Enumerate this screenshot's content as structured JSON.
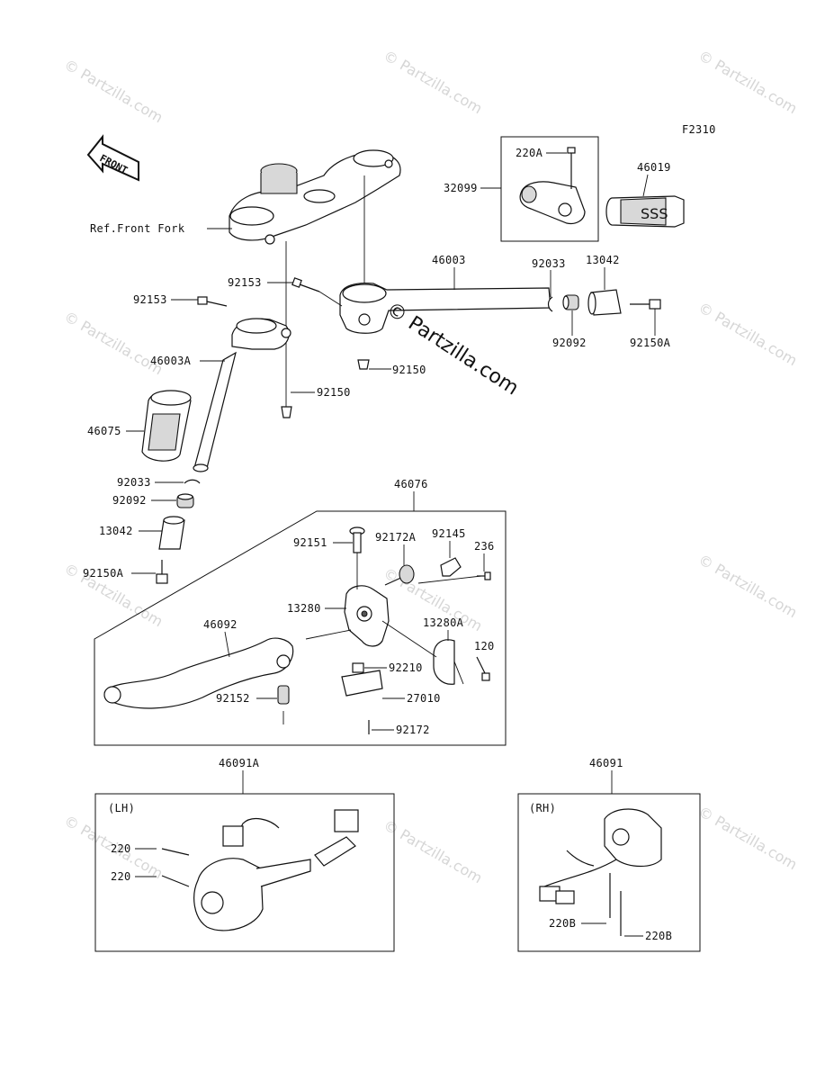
{
  "diagram": {
    "figure_code": "F2310",
    "watermark_text": "© Partzilla.com",
    "front_arrow_text": "FRONT",
    "ref_label": "Ref.Front Fork",
    "section_labels": {
      "lh": "(LH)",
      "rh": "(RH)"
    },
    "callouts": {
      "p220A": "220A",
      "p46019": "46019",
      "p32099": "32099",
      "p46003": "46003",
      "p92033_top": "92033",
      "p13042_top": "13042",
      "p92153_mid": "92153",
      "p92153_left": "92153",
      "p92092_top": "92092",
      "p92150A_top": "92150A",
      "p92150_right": "92150",
      "p46003A": "46003A",
      "p92150_left": "92150",
      "p46075": "46075",
      "p92033_left": "92033",
      "p92092_left": "92092",
      "p13042_left": "13042",
      "p92150A_left": "92150A",
      "p46076": "46076",
      "p92151": "92151",
      "p92172A": "92172A",
      "p92145": "92145",
      "p236": "236",
      "p13280": "13280",
      "p13280A": "13280A",
      "p46092": "46092",
      "p120": "120",
      "p92210": "92210",
      "p92152": "92152",
      "p27010": "27010",
      "p92172": "92172",
      "p46091A": "46091A",
      "p46091": "46091",
      "p220_a": "220",
      "p220_b": "220",
      "p220B_a": "220B",
      "p220B_b": "220B"
    }
  },
  "colors": {
    "line": "#111111",
    "watermark": "#d6d6d6",
    "shading": "#d8d8d8"
  }
}
